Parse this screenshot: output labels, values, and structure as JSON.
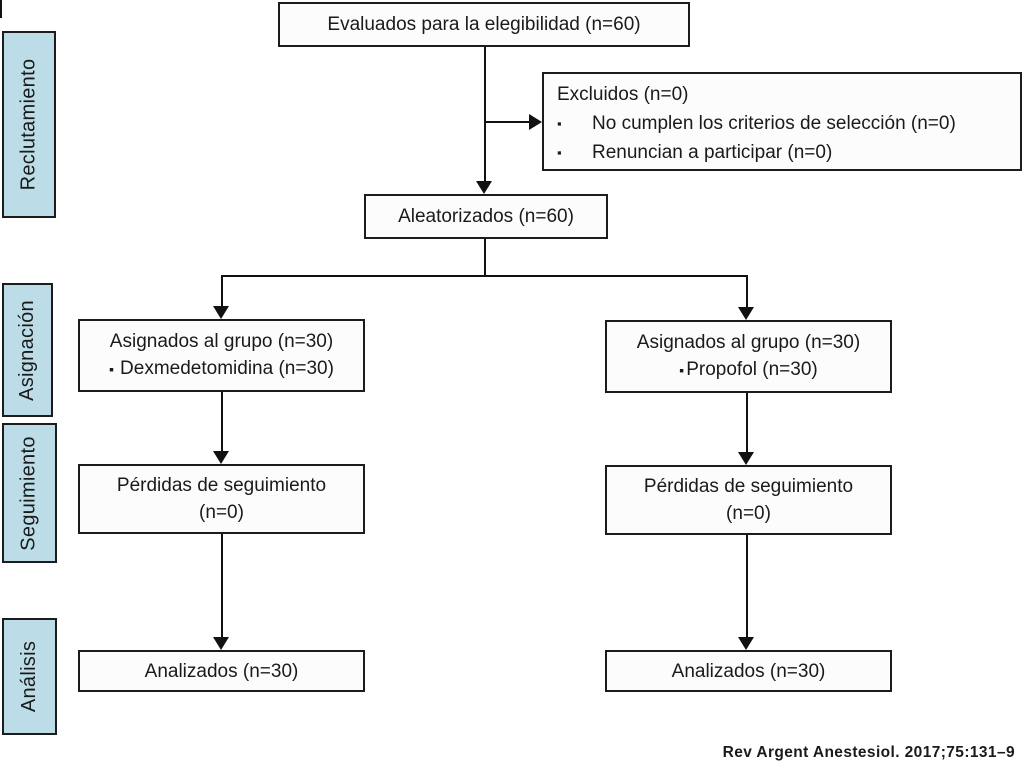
{
  "figure": {
    "type": "CONSORT flow diagram",
    "citation": "Rev Argent Anestesiol. 2017;75:131–9"
  },
  "stages": [
    {
      "label": "Reclutamiento"
    },
    {
      "label": "Asignación"
    },
    {
      "label": "Seguimiento"
    },
    {
      "label": "Análisis"
    }
  ],
  "boxes": {
    "eligibility": {
      "text": "Evaluados para la elegibilidad (n=60)"
    },
    "excluded": {
      "title": "Excluidos (n=0)",
      "bullet": "▪",
      "items": [
        "No cumplen los criterios de selección (n=0)",
        "Renuncian a participar (n=0)"
      ]
    },
    "randomized": {
      "text": "Aleatorizados (n=60)"
    },
    "assigned_dex": {
      "line1": "Asignados al grupo (n=30)",
      "bullet": "▪",
      "line2": "Dexmedetomidina (n=30)"
    },
    "assigned_prop": {
      "line1": "Asignados al grupo (n=30)",
      "bullet": "▪",
      "line2": "Propofol (n=30)"
    },
    "lost_dex": {
      "line1": "Pérdidas de seguimiento",
      "line2": "(n=0)"
    },
    "lost_prop": {
      "line1": "Pérdidas de seguimiento",
      "line2": "(n=0)"
    },
    "analyzed_dex": {
      "text": "Analizados (n=30)"
    },
    "analyzed_prop": {
      "text": "Analizados (n=30)"
    }
  },
  "colors": {
    "stage_fill": "#bcdde8",
    "border": "#1c1c1c",
    "line": "#111111"
  }
}
